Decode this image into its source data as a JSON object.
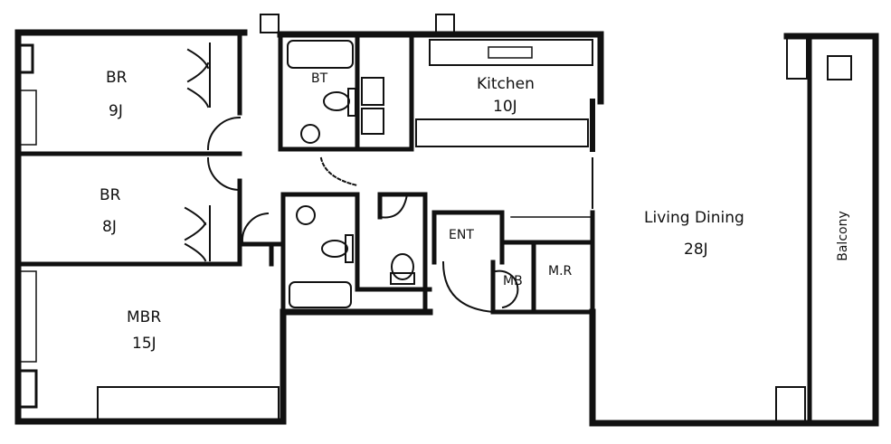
{
  "plan": {
    "wall_color": "#111111",
    "background": "#ffffff",
    "rooms": {
      "br1": {
        "name": "BR",
        "size": "9J"
      },
      "br2": {
        "name": "BR",
        "size": "8J"
      },
      "mbr": {
        "name": "MBR",
        "size": "15J"
      },
      "kitchen": {
        "name": "Kitchen",
        "size": "10J"
      },
      "living": {
        "name": "Living Dining",
        "size": "28J"
      },
      "balcony": {
        "name": "Balcony"
      },
      "bath": {
        "name": "BT"
      },
      "entrance": {
        "name": "ENT"
      },
      "mb": {
        "name": "MB"
      },
      "mr": {
        "name": "M.R"
      }
    }
  }
}
